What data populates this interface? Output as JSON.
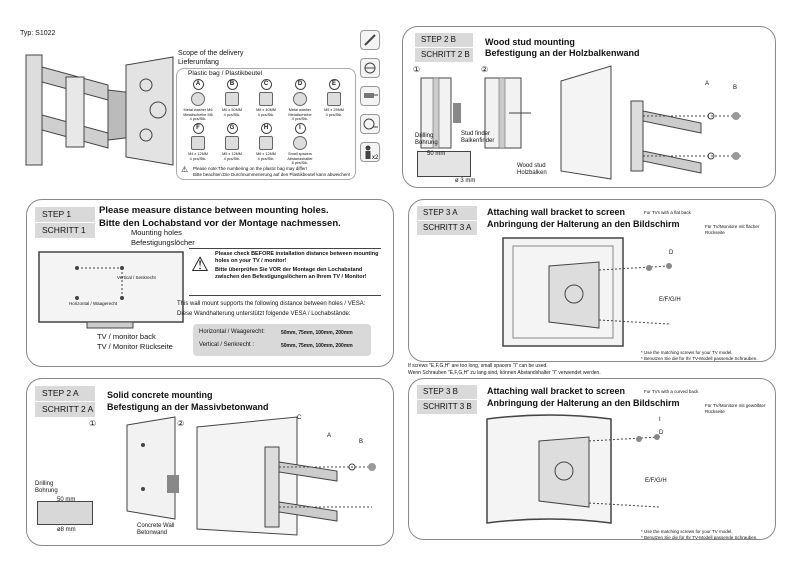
{
  "type_label": "Typ: S1022",
  "scope": {
    "title1": "Scope of the delivery",
    "title2": "Lieferumfang",
    "bag_label": "Plastic bag / Plastikbeutel",
    "parts": [
      {
        "letter": "A",
        "desc": "Metal washer M6 Metallscheibe M6",
        "qty": "4 pcs/Stk."
      },
      {
        "letter": "B",
        "desc": "M6 x 50MM",
        "qty": "4 pcs/Stk."
      },
      {
        "letter": "C",
        "desc": "M8 x 40MM",
        "qty": "4 pcs/Stk."
      },
      {
        "letter": "D",
        "desc": "Metal washer Metallscheibe",
        "qty": "4 pcs/Stk."
      },
      {
        "letter": "E",
        "desc": "M5 x 25MM",
        "qty": "4 pcs/Stk."
      },
      {
        "letter": "F",
        "desc": "M4 x 12MM",
        "qty": "4 pcs/Stk."
      },
      {
        "letter": "G",
        "desc": "M5 x 12MM",
        "qty": "4 pcs/Stk."
      },
      {
        "letter": "H",
        "desc": "M6 x 12MM",
        "qty": "4 pcs/Stk."
      },
      {
        "letter": "I",
        "desc": "Small spacers Abstandshalter",
        "qty": "8 pcs/Stk."
      }
    ],
    "note1": "Please note:The numbering on the plastic bag may differ!",
    "note2": "Bitte beachten:Die Durchnummerierung auf den Plastikbeutel kann abweichen!"
  },
  "step2b": {
    "step_en": "STEP  2  B",
    "step_de": "SCHRITT 2  B",
    "title_en": "Wood stud mounting",
    "title_de": "Befestigung an der Holzbalkenwand",
    "num1": "①",
    "num2": "②",
    "stud_finder": "Stud finder",
    "stud_finder_de": "Balkenfinder",
    "drilling": "Drilling",
    "drilling_de": "Bohrung",
    "dim_length": "50 mm",
    "dim_dia": "ø 3 mm",
    "wood_stud": "Wood stud",
    "wood_stud_de": "Holzbalken",
    "label_a": "A",
    "label_b": "B"
  },
  "step1": {
    "step_en": "STEP   1",
    "step_de": "SCHRITT 1",
    "title_en": "Please measure distance between mounting holes.",
    "title_de": "Bitte den Lochabstand vor der Montage nachmessen.",
    "holes": "Mounting holes",
    "holes_de": "Befestigungslöcher",
    "vertical": "Vertical / Senkrecht",
    "horizontal": "Horizontal / Waagerecht",
    "tv_back": "TV / monitor back",
    "tv_back_de": "TV / Monitor Rückseite",
    "warn_en": "Please check BEFORE installation distance between mounting holes on your TV / monitor!",
    "warn_de": "Bitte überprüfen Sie VOR der Montage den Lochabstand zwischen den Befestigungslöchern an Ihrem TV / Monitor!",
    "vesa_en": "This wall mount supports the following distance between holes / VESA:",
    "vesa_de": "Diese Wandhalterung unterstützt folgende VESA / Lochabstände:",
    "h_label": "Horizontal / Waagerecht:",
    "h_values": "50mm, 75mm, 100mm, 200mm",
    "v_label": "Vertical / Senkrecht :",
    "v_values": "50mm, 75mm, 100mm, 200mm"
  },
  "step3a": {
    "step_en": "STEP  3 A",
    "step_de": "SCHRITT 3 A",
    "title_en": "Attaching wall bracket to screen",
    "title_de": "Anbringung der Halterung an den Bildschirm",
    "sub_en": "For TVs with a flat back",
    "sub_de": "Für TV/Monitore mit flacher Rückseite",
    "screws_label": "E/F/G/H",
    "label_d": "D",
    "note_en": "* Use the matching screws for your TV model.",
    "note_de": "* Benutzen Sie die für Ihr TV-Modell passende Schrauben."
  },
  "spacer_note": {
    "en": "If screws \"E,F,G,H\" are too long, small spacers \"I\" can be used.",
    "de": "Wenn Schrauben  \"E,F,G,H\" zu lang sind,  können Abstandshalter \"I\" verwendet werden."
  },
  "step2a": {
    "step_en": "STEP   2 A",
    "step_de": "SCHRITT 2 A",
    "title_en": "Solid concrete mounting",
    "title_de": "Befestigung an der Massivbetonwand",
    "num1": "①",
    "num2": "②",
    "drilling": "Drilling",
    "drilling_de": "Bohrung",
    "dim_length": "50 mm",
    "dim_dia": "ø8  mm",
    "concrete": "Concrete Wall",
    "concrete_de": "Betonwand",
    "label_a": "A",
    "label_b": "B",
    "label_c": "C"
  },
  "step3b": {
    "step_en": "STEP  3 B",
    "step_de": "SCHRITT 3 B",
    "title_en": "Attaching wall bracket to screen",
    "title_de": "Anbringung der Halterung an den Bildschirm",
    "sub_en": "For TVs with a curved back",
    "sub_de": "Für TV/Monitore mit gewölbter Rückseite",
    "screws_label": "E/F/G/H",
    "label_i": "I",
    "label_d": "D",
    "note_en": "* Use the matching screws for your TV model.",
    "note_de": "* Benutzen Sie die für Ihr TV-Modell passende Schrauben."
  }
}
